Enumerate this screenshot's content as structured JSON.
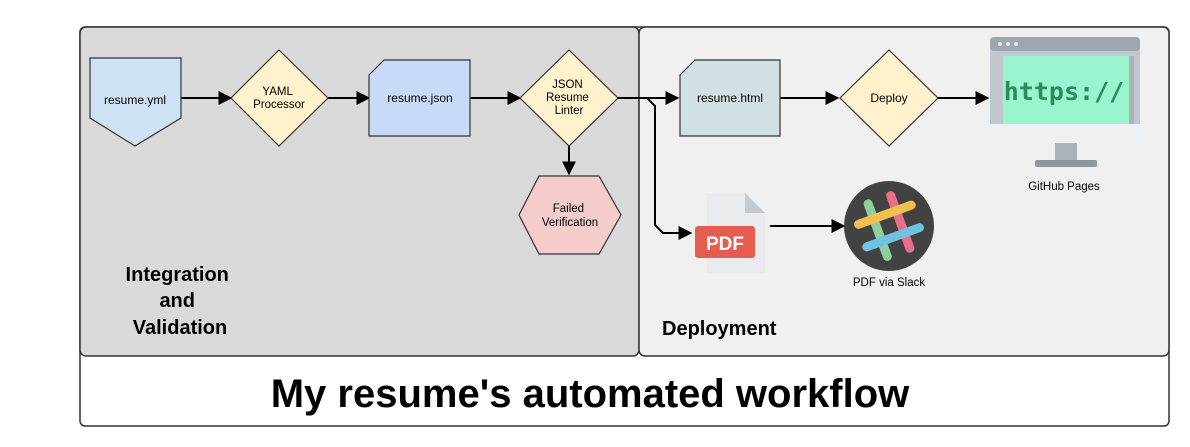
{
  "title": "My resume's automated workflow",
  "groups": {
    "integration": {
      "label_lines": [
        "Integration",
        "and",
        "Validation"
      ]
    },
    "deployment": {
      "label": "Deployment"
    }
  },
  "nodes": {
    "resume_yml": {
      "label": "resume.yml"
    },
    "yaml_processor": {
      "label_lines": [
        "YAML",
        "Processor"
      ]
    },
    "resume_json": {
      "label": "resume.json"
    },
    "linter": {
      "label_lines": [
        "JSON",
        "Resume",
        "Linter"
      ]
    },
    "failed": {
      "label_lines": [
        "Failed",
        "Verification"
      ]
    },
    "resume_html": {
      "label": "resume.html"
    },
    "deploy": {
      "label": "Deploy"
    },
    "github_pages": {
      "label": "GitHub Pages",
      "screen_text": "https://"
    },
    "pdf": {
      "label": "PDF"
    },
    "slack": {
      "label": "PDF via Slack"
    }
  },
  "colors": {
    "integration_bg": "#d9d9d9",
    "deployment_bg": "#f0f0f0",
    "yml_fill": "#cfe2f3",
    "diamond_fill": "#fff2cc",
    "json_fill": "#c9daf8",
    "failed_fill": "#f4cccc",
    "html_fill": "#d0e0e3",
    "pdf_red": "#e65c4f",
    "screen_green": "#99f5d0",
    "slack_dark": "#424242"
  }
}
